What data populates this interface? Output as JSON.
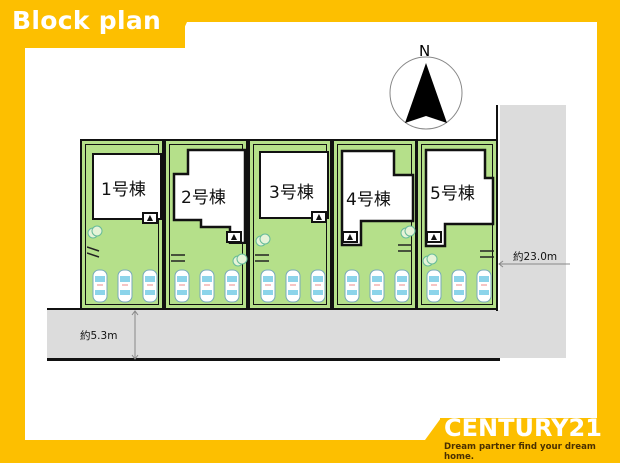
{
  "header": {
    "title": "Block plan"
  },
  "compass": {
    "label": "N"
  },
  "lots": [
    {
      "label": "1号棟",
      "entry_icon": "▲"
    },
    {
      "label": "2号棟",
      "entry_icon": "▲"
    },
    {
      "label": "3号棟",
      "entry_icon": "▲"
    },
    {
      "label": "4号棟",
      "entry_icon": "▲"
    },
    {
      "label": "5号棟",
      "entry_icon": "▲"
    }
  ],
  "dimensions": {
    "road_width": "約5.3m",
    "frontage": "約23.0m"
  },
  "footer": {
    "brand": "CENTURY21",
    "tagline": "Dream partner find your dream home."
  },
  "colors": {
    "brand_yellow": "#fdbf00",
    "lot_green": "#b5e08a",
    "road_gray": "#dcdcdc"
  }
}
